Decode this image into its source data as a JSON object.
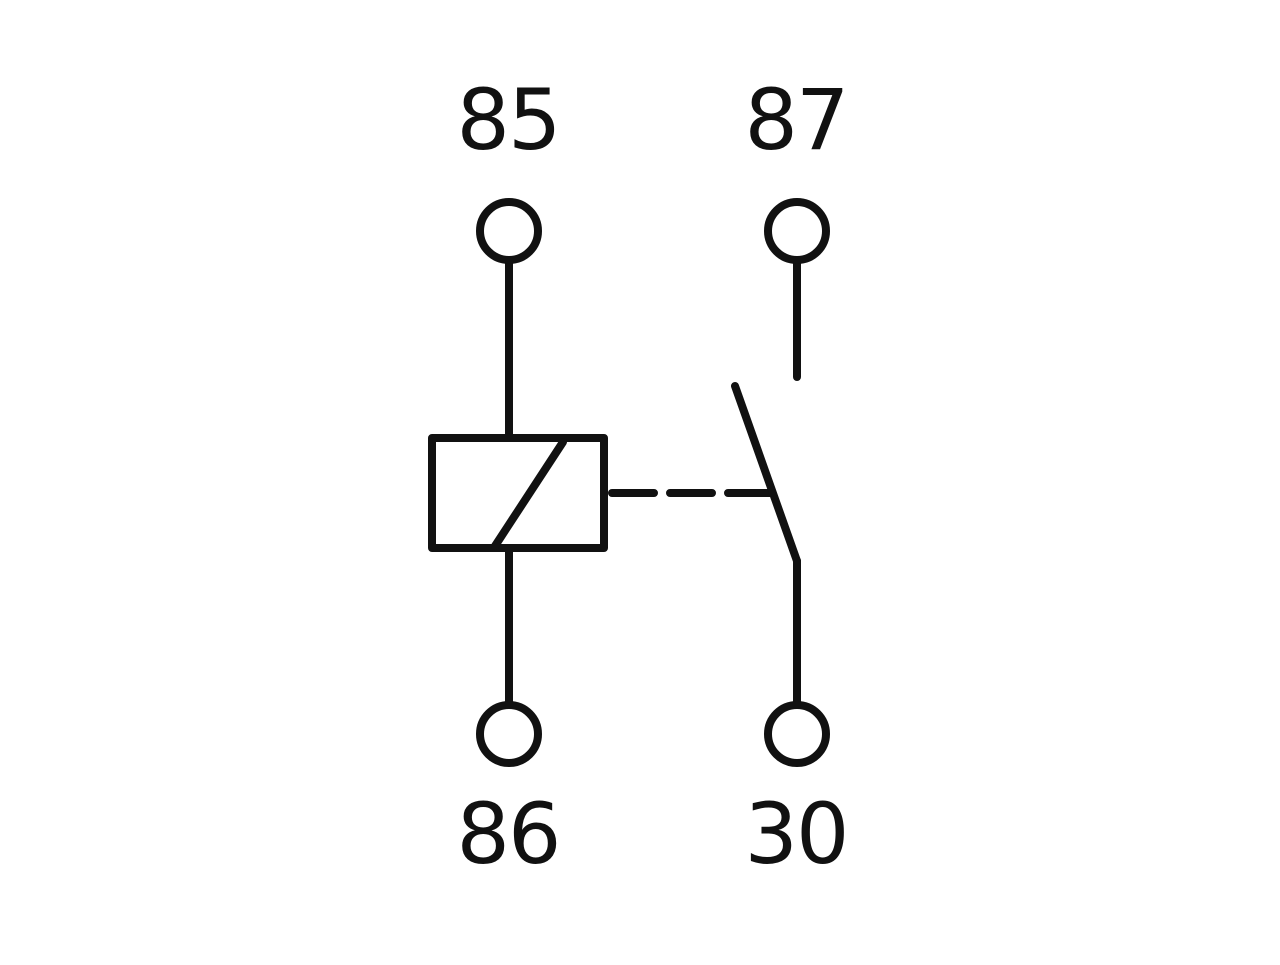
{
  "relay": {
    "pins": {
      "p85": "85",
      "p86": "86",
      "p87": "87",
      "p30": "30"
    },
    "colors": {
      "stroke": "#111111",
      "background": "#ffffff"
    }
  }
}
